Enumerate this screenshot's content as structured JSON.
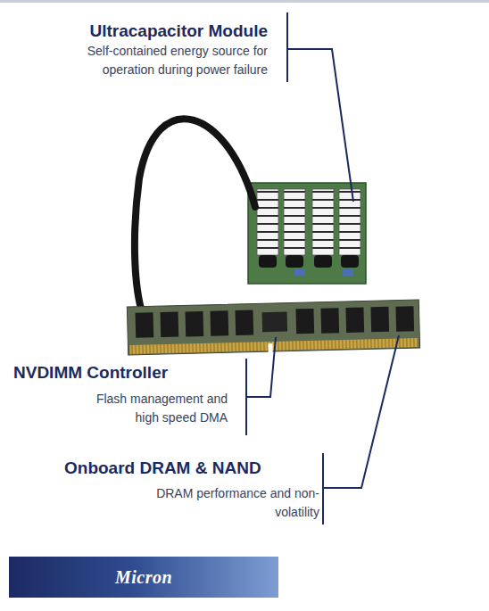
{
  "diagram": {
    "nodes": [
      {
        "text": [
          "Micron"
        ]
      }
    ],
    "labels": [
      "Ultracapacitor Module",
      "Self-contained energy source for operation during power failure",
      "NVDIMM Controller",
      "Flash management and high speed DMA",
      "Onboard DRAM & NAND",
      "DRAM performance and non-volatility"
    ]
  }
}
